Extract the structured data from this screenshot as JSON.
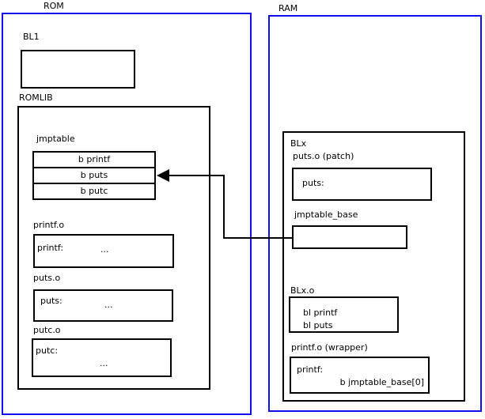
{
  "colors": {
    "frame_blue": "#1010ee",
    "line_black": "#000000"
  },
  "rom": {
    "title": "ROM",
    "bl1": {
      "label": "BL1"
    },
    "romlib": {
      "label": "ROMLIB",
      "jmptable": {
        "label": "jmptable",
        "rows": [
          {
            "label": "b printf"
          },
          {
            "label": "b puts"
          },
          {
            "label": "b putc"
          }
        ]
      },
      "objects": [
        {
          "name": "printf.o",
          "symbol": "printf:",
          "ellipsis": "..."
        },
        {
          "name": "puts.o",
          "symbol": "puts:",
          "ellipsis": "..."
        },
        {
          "name": "putc.o",
          "symbol": "putc:",
          "ellipsis": "..."
        }
      ]
    }
  },
  "ram": {
    "title": "RAM",
    "blx": {
      "label": "BLx",
      "puts_patch": {
        "label": "puts.o (patch)",
        "symbol": "puts:"
      },
      "jmptable_base": {
        "label": "jmptable_base"
      },
      "blx_o": {
        "label": "BLx.o",
        "lines": [
          "bl printf",
          "bl puts"
        ]
      },
      "printf_wrapper": {
        "label": "printf.o (wrapper)",
        "symbol": "printf:",
        "branch": "b jmptable_base[0]"
      }
    }
  }
}
